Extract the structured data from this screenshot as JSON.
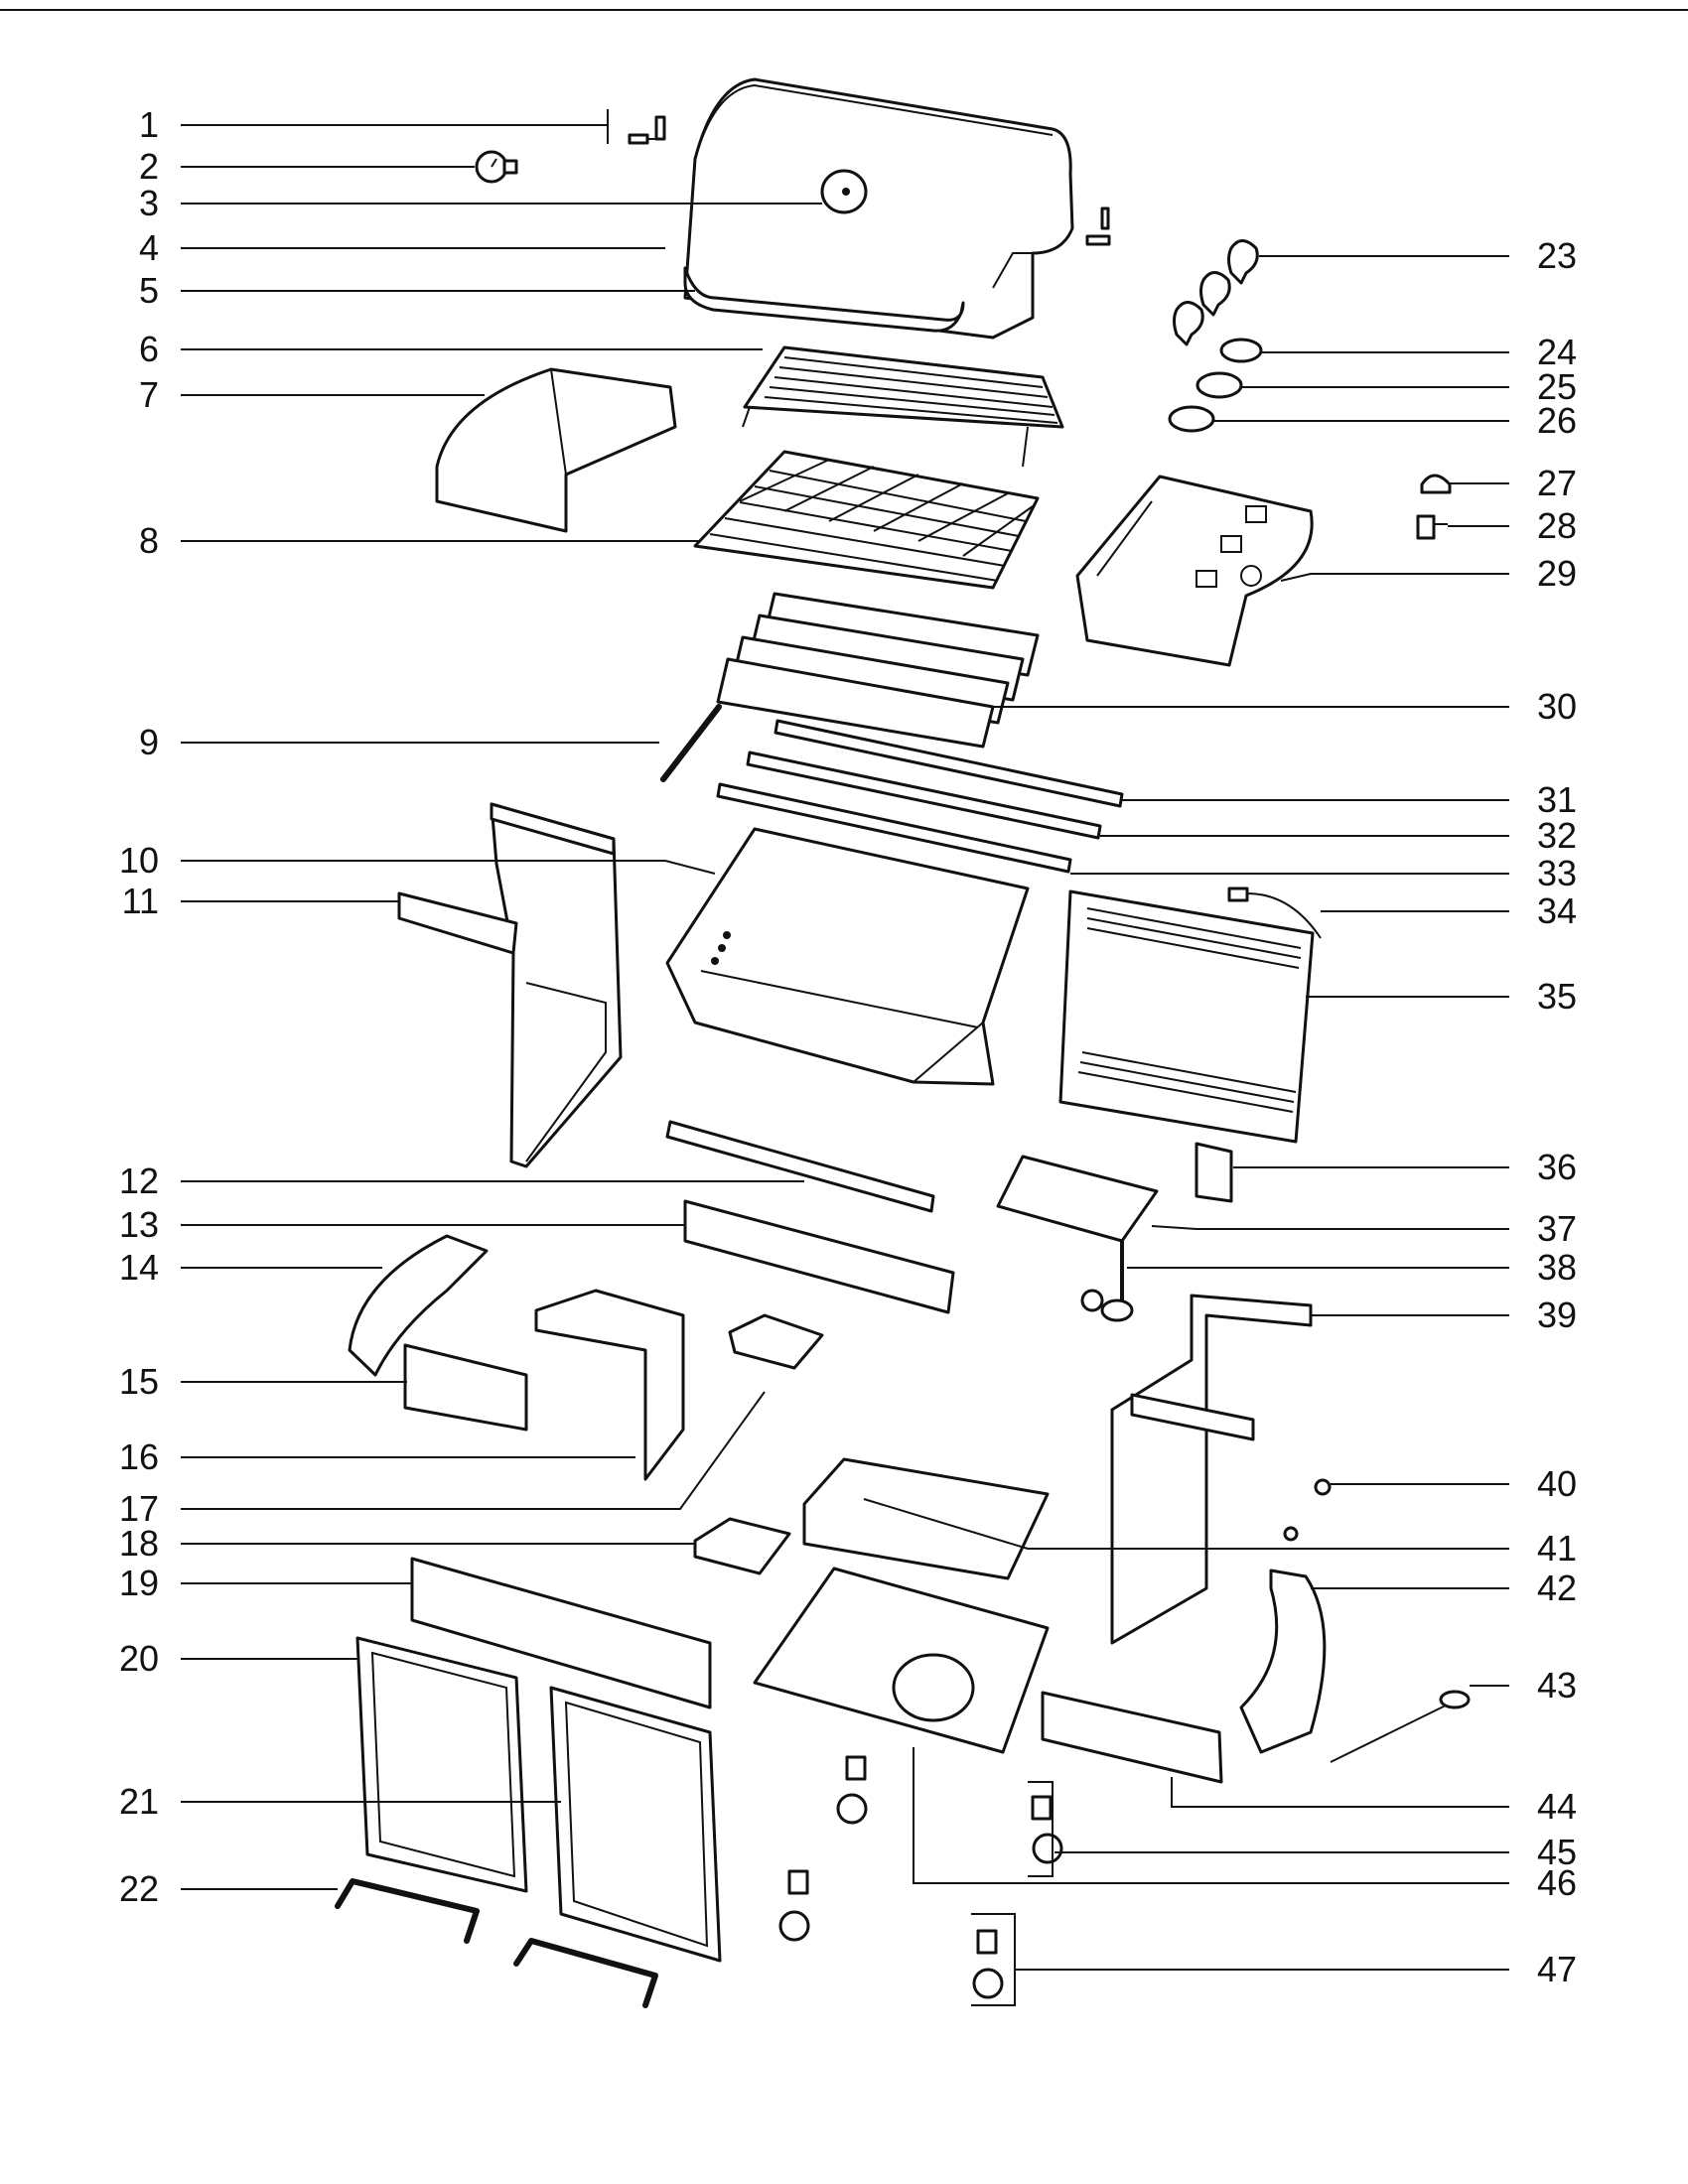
{
  "diagram": {
    "parts": [
      {
        "id": "1"
      },
      {
        "id": "2"
      },
      {
        "id": "3"
      },
      {
        "id": "4"
      },
      {
        "id": "5"
      },
      {
        "id": "6"
      },
      {
        "id": "7"
      },
      {
        "id": "8"
      },
      {
        "id": "9"
      },
      {
        "id": "10"
      },
      {
        "id": "11"
      },
      {
        "id": "12"
      },
      {
        "id": "13"
      },
      {
        "id": "14"
      },
      {
        "id": "15"
      },
      {
        "id": "16"
      },
      {
        "id": "17"
      },
      {
        "id": "18"
      },
      {
        "id": "19"
      },
      {
        "id": "20"
      },
      {
        "id": "21"
      },
      {
        "id": "22"
      },
      {
        "id": "23"
      },
      {
        "id": "24"
      },
      {
        "id": "25"
      },
      {
        "id": "26"
      },
      {
        "id": "27"
      },
      {
        "id": "28"
      },
      {
        "id": "29"
      },
      {
        "id": "30"
      },
      {
        "id": "31"
      },
      {
        "id": "32"
      },
      {
        "id": "33"
      },
      {
        "id": "34"
      },
      {
        "id": "35"
      },
      {
        "id": "36"
      },
      {
        "id": "37"
      },
      {
        "id": "38"
      },
      {
        "id": "39"
      },
      {
        "id": "40"
      },
      {
        "id": "41"
      },
      {
        "id": "42"
      },
      {
        "id": "43"
      },
      {
        "id": "44"
      },
      {
        "id": "45"
      },
      {
        "id": "46"
      },
      {
        "id": "47"
      }
    ]
  }
}
